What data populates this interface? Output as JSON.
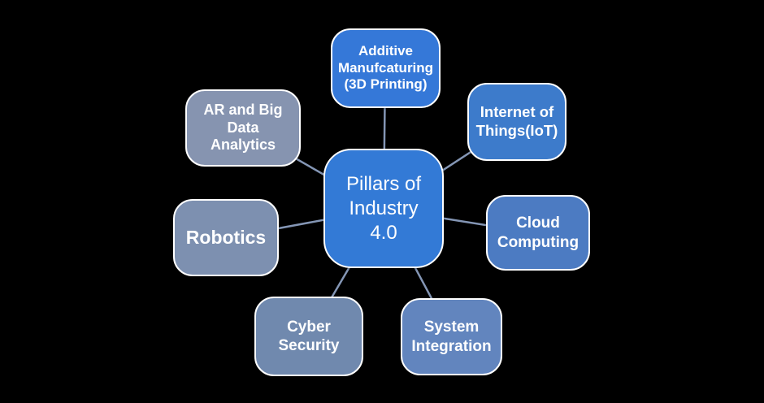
{
  "diagram": {
    "type": "radial-diagram",
    "background_color": "#000000",
    "text_color": "#FFFFFF",
    "border_color": "#FFFFFF",
    "connector_color": "#8496B5",
    "center": {
      "id": "pillars-of-industry-4-0",
      "label": "Pillars of\nIndustry\n4.0",
      "color": "#337AD6"
    },
    "nodes": [
      {
        "id": "additive-manufacturing",
        "label": "Additive\nManufcaturing\n(3D Printing)",
        "color": "#3578D8"
      },
      {
        "id": "internet-of-things",
        "label": "Internet of\nThings(IoT)",
        "color": "#3D7BCB"
      },
      {
        "id": "cloud-computing",
        "label": "Cloud\nComputing",
        "color": "#4C7BC2"
      },
      {
        "id": "system-integration",
        "label": "System\nIntegration",
        "color": "#6285BE"
      },
      {
        "id": "cyber-security",
        "label": "Cyber\nSecurity",
        "color": "#7089AE"
      },
      {
        "id": "robotics",
        "label": "Robotics",
        "color": "#7D90B0"
      },
      {
        "id": "ar-big-data-analytics",
        "label": "AR and Big\nData\nAnalytics",
        "color": "#8694B0"
      }
    ]
  }
}
